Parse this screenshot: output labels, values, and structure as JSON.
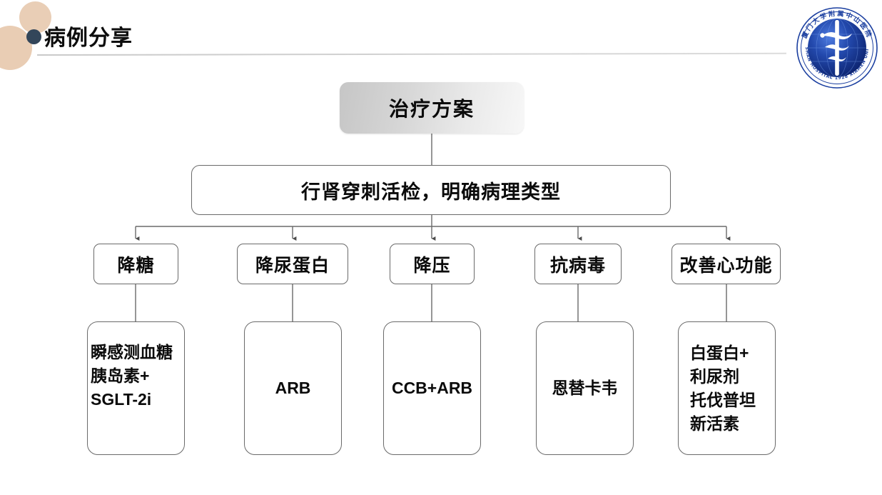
{
  "slide": {
    "title": "病例分享",
    "background_color": "#ffffff",
    "title_color": "#0d0d0d",
    "rule_color": "#d4d4d4"
  },
  "decor": {
    "tan_color": "#e9ceb6",
    "navy_color": "#33465a"
  },
  "logo": {
    "name": "zhongshan-hospital-xiamen-university-logo",
    "outer_ring_text_cn": "厦门大学附属中山医院",
    "outer_ring_text_en": "ZHONG SHAN HOSPITAL 1928 XIAMEN UNIVERSITY",
    "year": "1928",
    "primary_color": "#1b3fa0",
    "accent_color": "#2c5fd0"
  },
  "flowchart": {
    "root": {
      "label": "治疗方案",
      "gradient_from": "#c6c6c6",
      "gradient_to": "#f7f7f7"
    },
    "step": {
      "label": "行肾穿刺活检，明确病理类型"
    },
    "categories": [
      {
        "label": "降糖"
      },
      {
        "label": "降尿蛋白"
      },
      {
        "label": "降压"
      },
      {
        "label": "抗病毒"
      },
      {
        "label": "改善心功能"
      }
    ],
    "treatments": [
      {
        "label": "瞬感测血糖\n胰岛素+\nSGLT-2i"
      },
      {
        "label": "ARB"
      },
      {
        "label": "CCB+ARB"
      },
      {
        "label": "恩替卡韦"
      },
      {
        "label": "白蛋白+\n利尿剂\n托伐普坦\n新活素"
      }
    ],
    "node_border_color": "#6a6a6a",
    "connector_color": "#6a6a6a"
  }
}
